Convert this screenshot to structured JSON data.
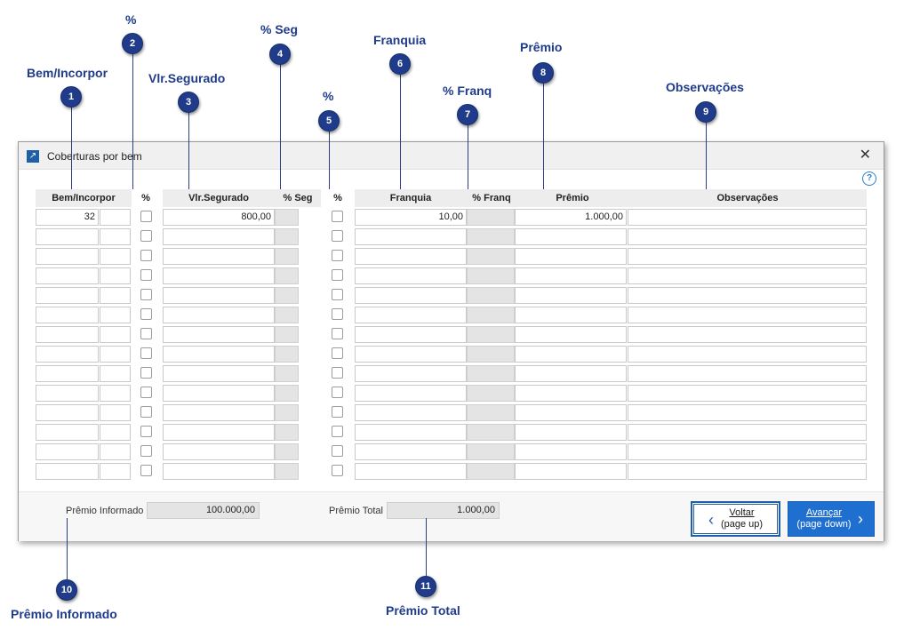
{
  "window": {
    "title": "Coberturas por bem",
    "close_glyph": "✕",
    "help_glyph": "?"
  },
  "grid": {
    "headers": {
      "bem": "Bem/Incorpor",
      "pct1": "%",
      "vlr": "Vlr.Segurado",
      "pctseg": "% Seg",
      "pct2": "%",
      "franquia": "Franquia",
      "pctfranq": "% Franq",
      "premio": "Prêmio",
      "obs": "Observações"
    },
    "rows": [
      {
        "bem": "32",
        "vlr": "800,00",
        "franquia": "10,00",
        "premio": "1.000,00"
      },
      {
        "bem": "",
        "vlr": "",
        "franquia": "",
        "premio": ""
      },
      {
        "bem": "",
        "vlr": "",
        "franquia": "",
        "premio": ""
      },
      {
        "bem": "",
        "vlr": "",
        "franquia": "",
        "premio": ""
      },
      {
        "bem": "",
        "vlr": "",
        "franquia": "",
        "premio": ""
      },
      {
        "bem": "",
        "vlr": "",
        "franquia": "",
        "premio": ""
      },
      {
        "bem": "",
        "vlr": "",
        "franquia": "",
        "premio": ""
      },
      {
        "bem": "",
        "vlr": "",
        "franquia": "",
        "premio": ""
      },
      {
        "bem": "",
        "vlr": "",
        "franquia": "",
        "premio": ""
      },
      {
        "bem": "",
        "vlr": "",
        "franquia": "",
        "premio": ""
      },
      {
        "bem": "",
        "vlr": "",
        "franquia": "",
        "premio": ""
      },
      {
        "bem": "",
        "vlr": "",
        "franquia": "",
        "premio": ""
      },
      {
        "bem": "",
        "vlr": "",
        "franquia": "",
        "premio": ""
      },
      {
        "bem": "",
        "vlr": "",
        "franquia": "",
        "premio": ""
      }
    ]
  },
  "footer": {
    "premio_informado_label": "Prêmio Informado",
    "premio_informado_value": "100.000,00",
    "premio_total_label": "Prêmio Total",
    "premio_total_value": "1.000,00",
    "back_line1": "Voltar",
    "back_line2": "(page up)",
    "next_line1": "Avançar",
    "next_line2": "(page down)"
  },
  "callouts": [
    {
      "num": "1",
      "label": "Bem/Incorpor"
    },
    {
      "num": "2",
      "label": "%"
    },
    {
      "num": "3",
      "label": "Vlr.Segurado"
    },
    {
      "num": "4",
      "label": "% Seg"
    },
    {
      "num": "5",
      "label": "%"
    },
    {
      "num": "6",
      "label": "Franquia"
    },
    {
      "num": "7",
      "label": "% Franq"
    },
    {
      "num": "8",
      "label": "Prêmio"
    },
    {
      "num": "9",
      "label": "Observações"
    },
    {
      "num": "10",
      "label": "Prêmio Informado"
    },
    {
      "num": "11",
      "label": "Prêmio Total"
    }
  ],
  "colors": {
    "callout": "#1f3b8a",
    "primary_button": "#1f6fd1"
  }
}
